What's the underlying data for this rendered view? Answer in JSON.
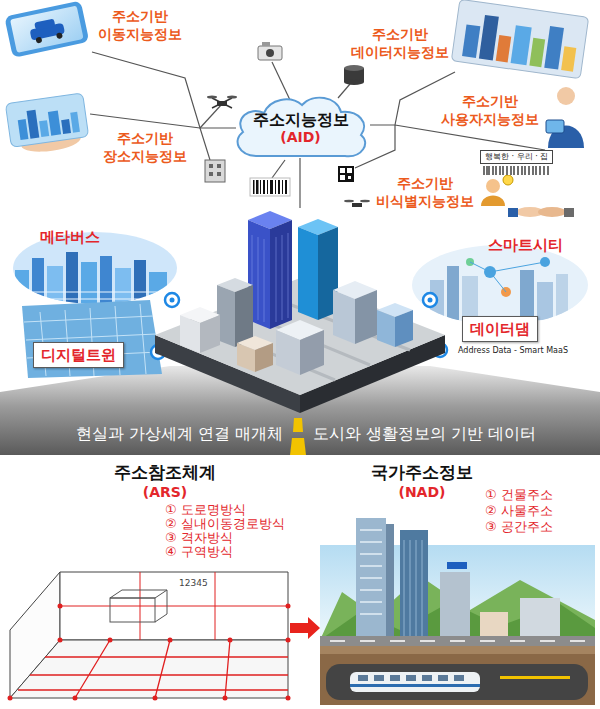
{
  "diagram": {
    "nodes": [
      {
        "text": [
          "주소지능정보",
          "(AID)"
        ]
      },
      {
        "text": [
          "디지털트윈"
        ]
      },
      {
        "text": [
          "데이터댐"
        ]
      },
      {
        "text": [
          "주소참조체계",
          "(ARS)",
          "① 도로명방식",
          "② 실내이동경로방식",
          "③ 격자방식",
          "④ 구역방식"
        ]
      },
      {
        "text": [
          "국가주소정보",
          "(NAD)",
          "① 건물주소",
          "② 사물주소",
          "③ 공간주소"
        ]
      }
    ],
    "edges": [
      {
        "from": 3,
        "to": 4,
        "arrow": "to"
      }
    ],
    "labels": [
      "주소기반 이동지능정보",
      "주소기반 데이터지능정보",
      "주소기반 사용자지능정보",
      "주소기반 장소지능정보",
      "행복한 · 우리 · 집",
      "주소기반 비식별지능정보",
      "메타버스",
      "스마트시티",
      "Address Data - Smart MaaS",
      "현실과 가상세계 연결 매개체",
      "도시와 생활정보의 기반 데이터",
      "12345"
    ]
  }
}
